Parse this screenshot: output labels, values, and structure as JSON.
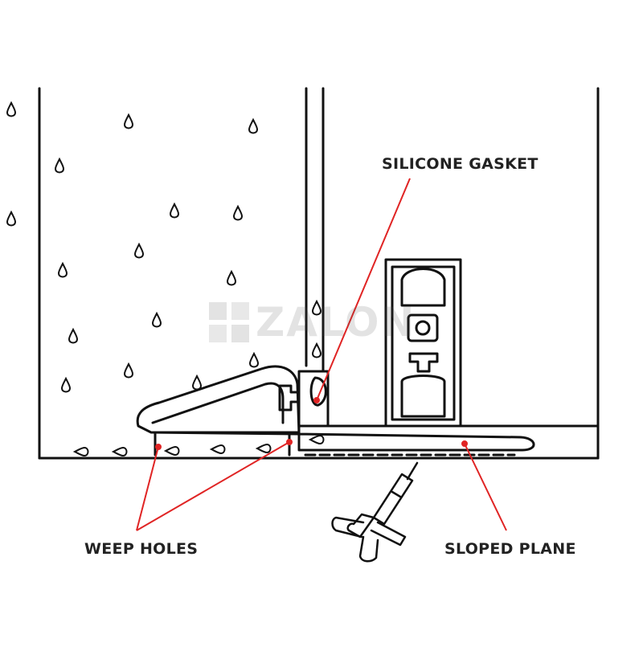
{
  "labels": {
    "silicone_gasket": "SILICONE GASKET",
    "weep_holes": "WEEP HOLES",
    "sloped_plane": "SLOPED PLANE"
  },
  "watermark": {
    "text": "ZALON"
  },
  "colors": {
    "line": "#111111",
    "callout": "#e02424",
    "label": "#222222"
  },
  "icons": [
    "water-drop-icon",
    "caulking-gun-icon",
    "watermark-logo-icon"
  ]
}
